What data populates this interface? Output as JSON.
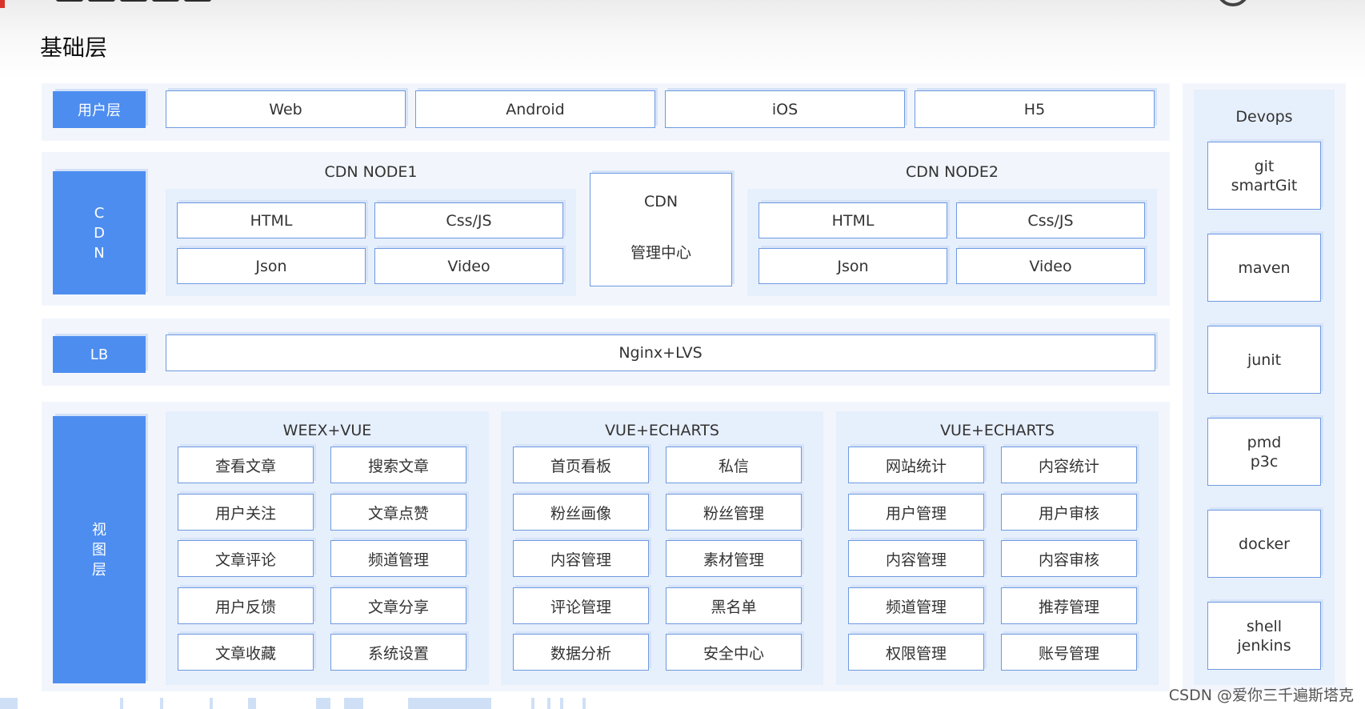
{
  "page_title": "基础层",
  "watermark": "CSDN @爱你三千遍斯塔克",
  "colors": {
    "accent": "#4d8df0",
    "panel": "#e6effc",
    "box_border": "#6e9ae0"
  },
  "user_layer": {
    "label": "用户层",
    "items": [
      "Web",
      "Android",
      "iOS",
      "H5"
    ]
  },
  "cdn_layer": {
    "label": "C\nD\nN",
    "node1": {
      "title": "CDN NODE1",
      "items": [
        "HTML",
        "Css/JS",
        "Json",
        "Video"
      ]
    },
    "center": {
      "line1": "CDN",
      "line2": "管理中心"
    },
    "node2": {
      "title": "CDN NODE2",
      "items": [
        "HTML",
        "Css/JS",
        "Json",
        "Video"
      ]
    }
  },
  "lb_layer": {
    "label": "LB",
    "item": "Nginx+LVS"
  },
  "view_layer": {
    "label": "视\n图\n层",
    "groups": [
      {
        "title": "WEEX+VUE",
        "items": [
          "查看文章",
          "搜索文章",
          "用户关注",
          "文章点赞",
          "文章评论",
          "频道管理",
          "用户反馈",
          "文章分享",
          "文章收藏",
          "系统设置"
        ]
      },
      {
        "title": "VUE+ECHARTS",
        "items": [
          "首页看板",
          "私信",
          "粉丝画像",
          "粉丝管理",
          "内容管理",
          "素材管理",
          "评论管理",
          "黑名单",
          "数据分析",
          "安全中心"
        ]
      },
      {
        "title": "VUE+ECHARTS",
        "items": [
          "网站统计",
          "内容统计",
          "用户管理",
          "用户审核",
          "内容管理",
          "内容审核",
          "频道管理",
          "推荐管理",
          "权限管理",
          "账号管理"
        ]
      }
    ]
  },
  "devops": {
    "title": "Devops",
    "items": [
      "git\nsmartGit",
      "maven",
      "junit",
      "pmd\np3c",
      "docker",
      "shell\njenkins"
    ]
  }
}
